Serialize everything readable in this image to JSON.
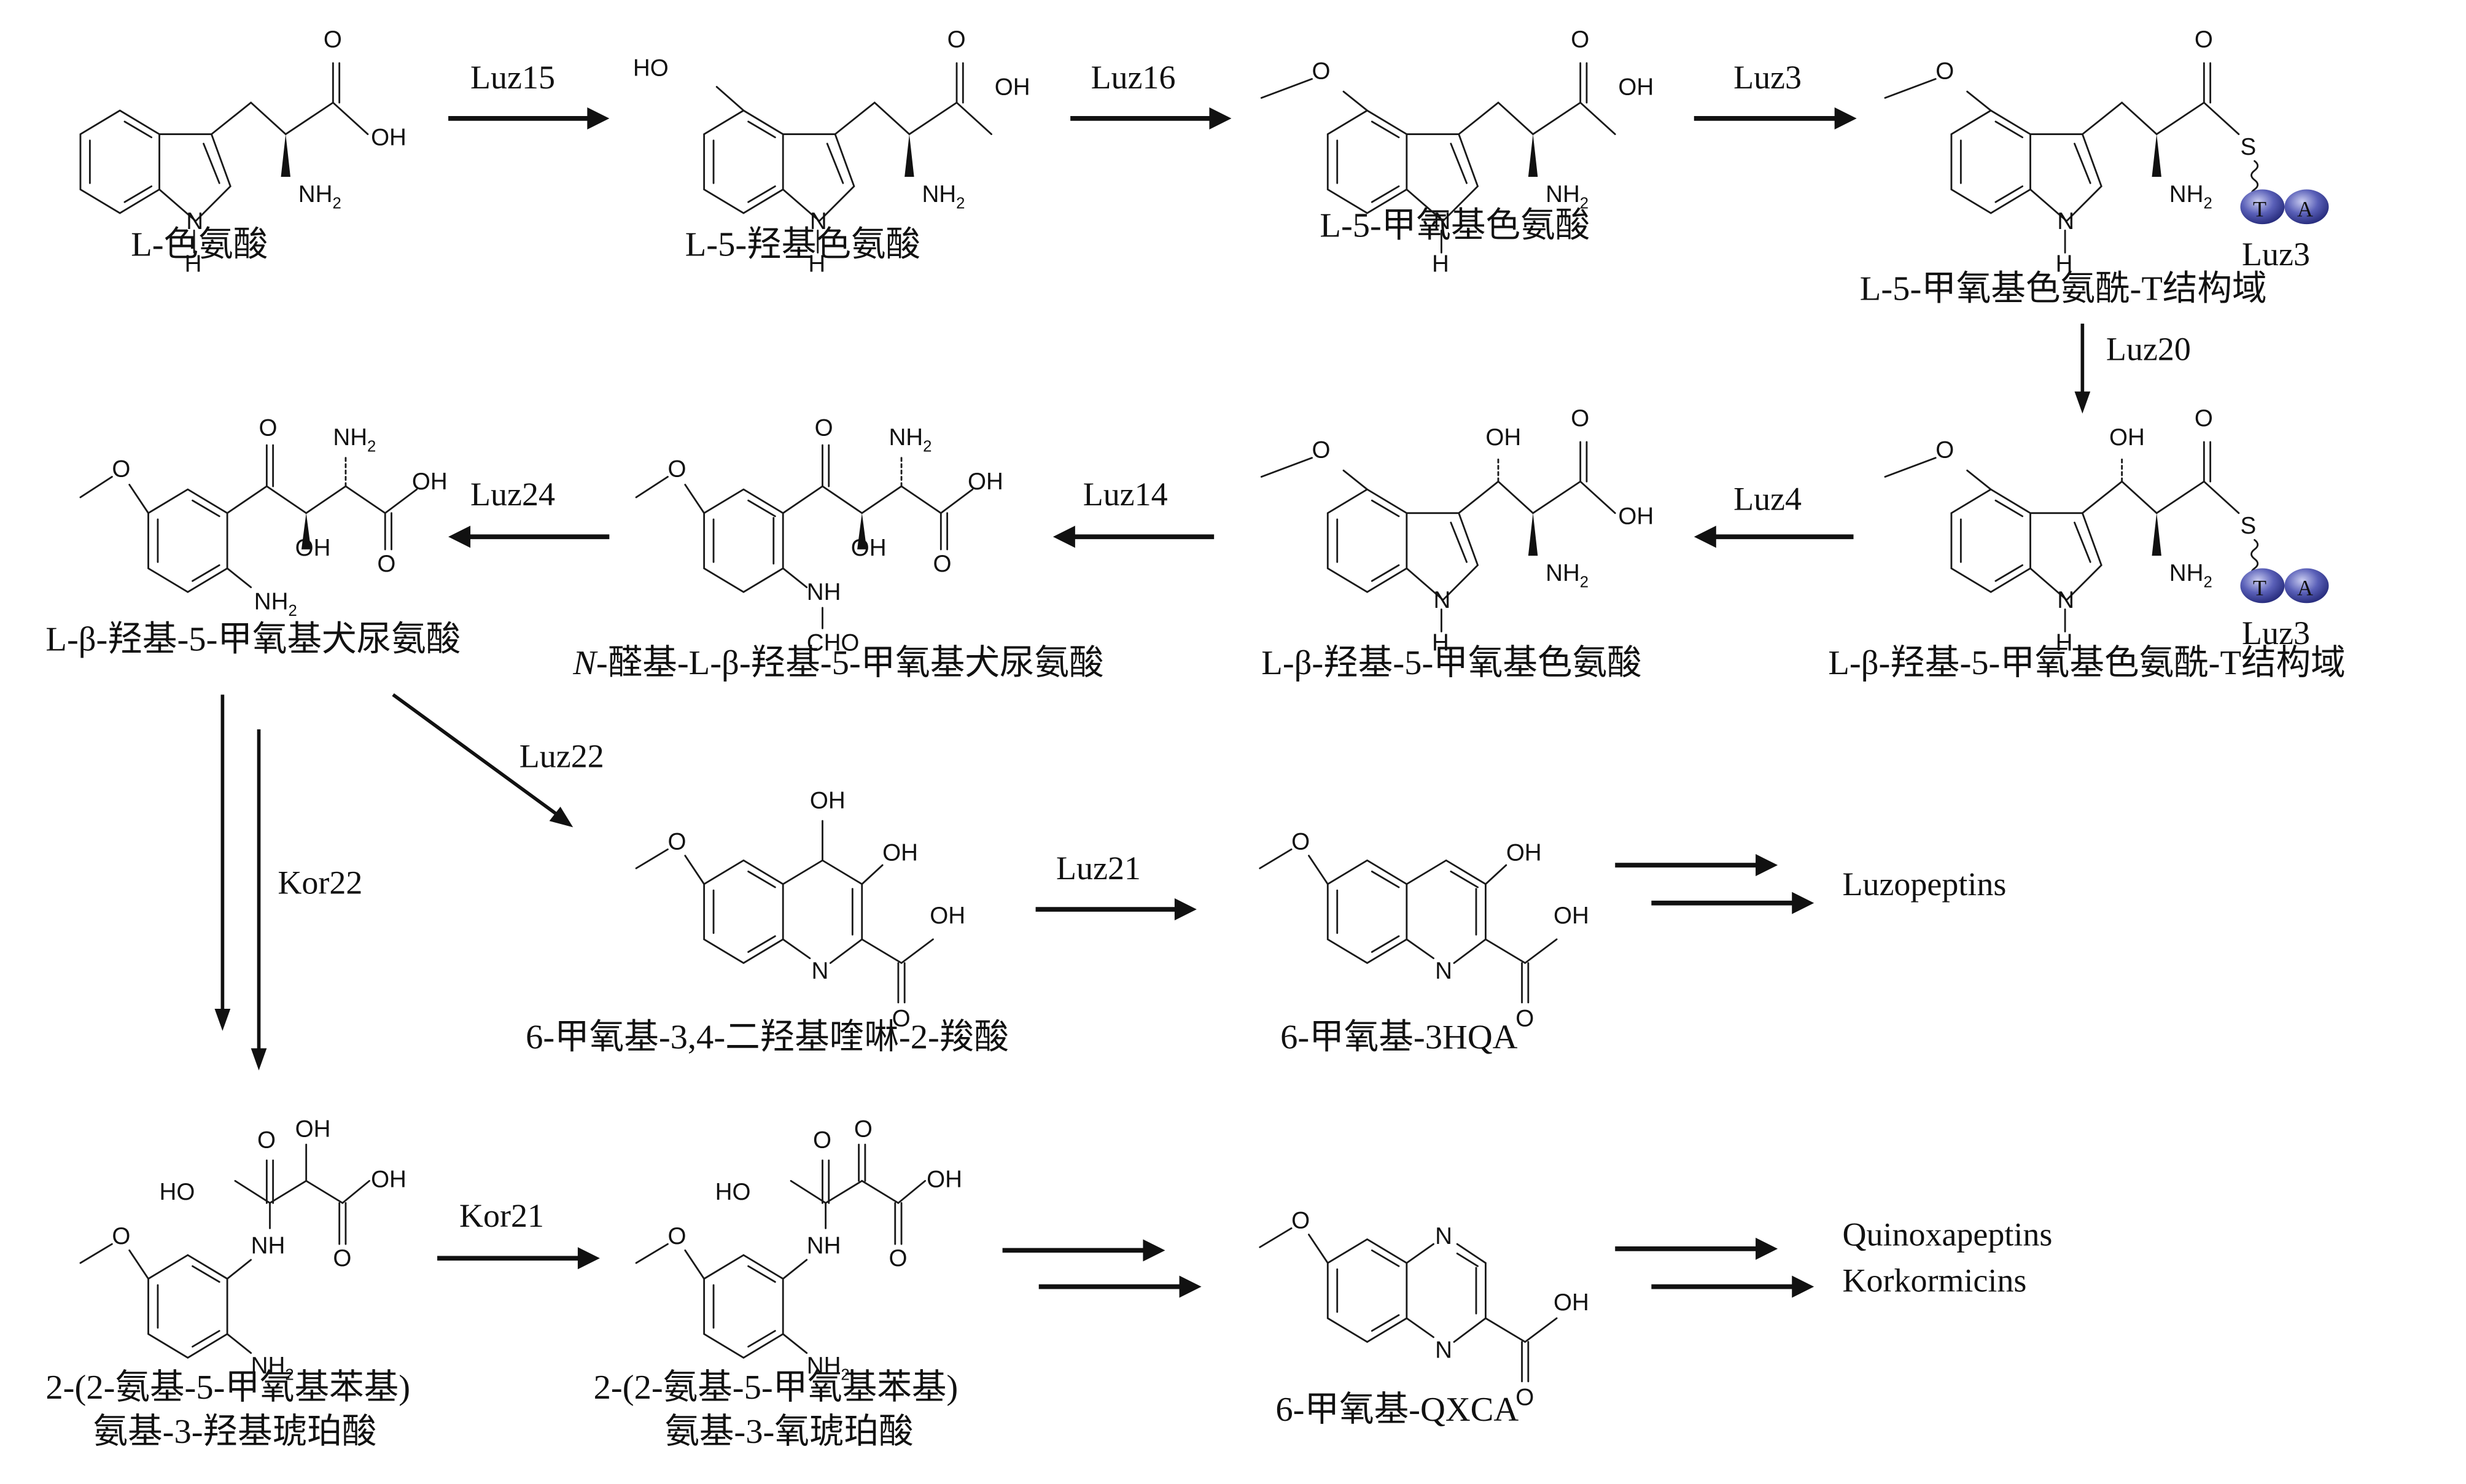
{
  "compounds": {
    "c1": {
      "name": "L-色氨酸"
    },
    "c2": {
      "name": "L-5-羟基色氨酸"
    },
    "c3": {
      "name": "L-5-甲氧基色氨酸"
    },
    "c4": {
      "name": "L-5-甲氧基色氨酰-T结构域",
      "carrier": "Luz3",
      "domains": [
        "T",
        "A"
      ]
    },
    "c5": {
      "name": "L-β-羟基-5-甲氧基色氨酰-T结构域",
      "carrier": "Luz3",
      "domains": [
        "T",
        "A"
      ]
    },
    "c6": {
      "name": "L-β-羟基-5-甲氧基色氨酸"
    },
    "c7": {
      "name_prefix": "N",
      "name": "-醛基-L-β-羟基-5-甲氧基犬尿氨酸"
    },
    "c8": {
      "name": "L-β-羟基-5-甲氧基犬尿氨酸"
    },
    "c9": {
      "name": "6-甲氧基-3,4-二羟基喹啉-2-羧酸"
    },
    "c10": {
      "name": "6-甲氧基-3HQA"
    },
    "c11": {
      "name_line1": "2-(2-氨基-5-甲氧基苯基)",
      "name_line2": "氨基-3-羟基琥珀酸"
    },
    "c12": {
      "name_line1": "2-(2-氨基-5-甲氧基苯基)",
      "name_line2": "氨基-3-氧琥珀酸"
    },
    "c13": {
      "name": "6-甲氧基-QXCA"
    }
  },
  "enzymes": {
    "e1": "Luz15",
    "e2": "Luz16",
    "e3": "Luz3",
    "e4": "Luz20",
    "e5": "Luz4",
    "e6": "Luz14",
    "e7": "Luz24",
    "e8": "Luz22",
    "e9": "Kor22",
    "e10": "Luz21",
    "e11": "Kor21"
  },
  "products": {
    "p1": "Luzopeptins",
    "p2": "Quinoxapeptins",
    "p3": "Korkormicins"
  },
  "atoms": {
    "O": "O",
    "OH": "OH",
    "HO": "HO",
    "NH2": "NH",
    "two": "2",
    "N": "N",
    "H": "H",
    "NH": "NH",
    "S": "S",
    "CHO": "CHO"
  },
  "colors": {
    "domain_fill": "#4a4fa8",
    "domain_highlight": "#b8bce8",
    "ink": "#111111"
  }
}
